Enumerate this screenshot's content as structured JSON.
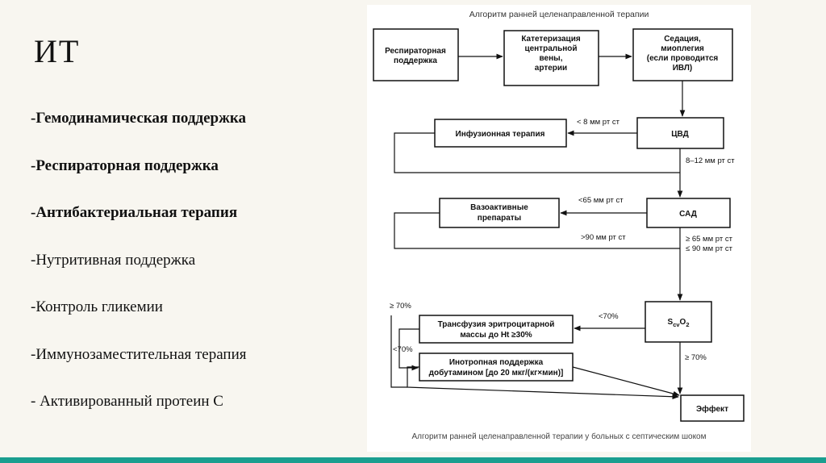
{
  "slide": {
    "title": "ИТ",
    "items": [
      {
        "text": "-Гемодинамическая поддержка",
        "bold": true
      },
      {
        "text": "-Респираторная поддержка",
        "bold": true
      },
      {
        "text": "-Антибактериальная терапия",
        "bold": true
      },
      {
        "text": "-Нутритивная поддержка",
        "bold": false
      },
      {
        "text": "-Контроль гликемии",
        "bold": false
      },
      {
        "text": "-Иммунозаместительная терапия",
        "bold": false
      },
      {
        "text": "- Активированный протеин  С",
        "bold": false
      }
    ]
  },
  "figure": {
    "title": "Алгоритм ранней целенаправленной терапии",
    "caption": "Алгоритм ранней целенаправленной терапии у больных с септическим шоком",
    "boxes": {
      "resp": [
        "Респираторная",
        "поддержка"
      ],
      "cath": [
        "Катетеризация",
        "центральной",
        "вены,",
        "артерии"
      ],
      "sed": [
        "Седация,",
        "миоплегия",
        "(если проводится",
        "ИВЛ)"
      ],
      "inf": [
        "Инфузионная терапия"
      ],
      "cvd": [
        "ЦВД"
      ],
      "vaso": [
        "Вазоактивные",
        "препараты"
      ],
      "sad": [
        "САД"
      ],
      "scvo2": {
        "main": "S",
        "sub": "cv",
        "main2": "O",
        "sub2": "2"
      },
      "trans": [
        "Трансфузия эритроцитарной",
        "массы до Ht ≥30%"
      ],
      "ino": [
        "Инотропная поддержка",
        "добутамином [до 20 мкг/(кг×мин)]"
      ],
      "eff": [
        "Эффект"
      ]
    },
    "labels": {
      "cvd_low": "< 8 мм рт ст",
      "cvd_ok": "8–12  мм рт ст",
      "sad_low": "<65 мм рт ст",
      "sad_high": ">90 мм рт ст",
      "sad_ok1": "≥ 65 мм рт ст",
      "sad_ok2": "≤ 90 мм рт ст",
      "s_low": "<70%",
      "s_ok": "≥ 70%",
      "loop_ok": "≥ 70%",
      "loop_low": "<70%"
    }
  }
}
